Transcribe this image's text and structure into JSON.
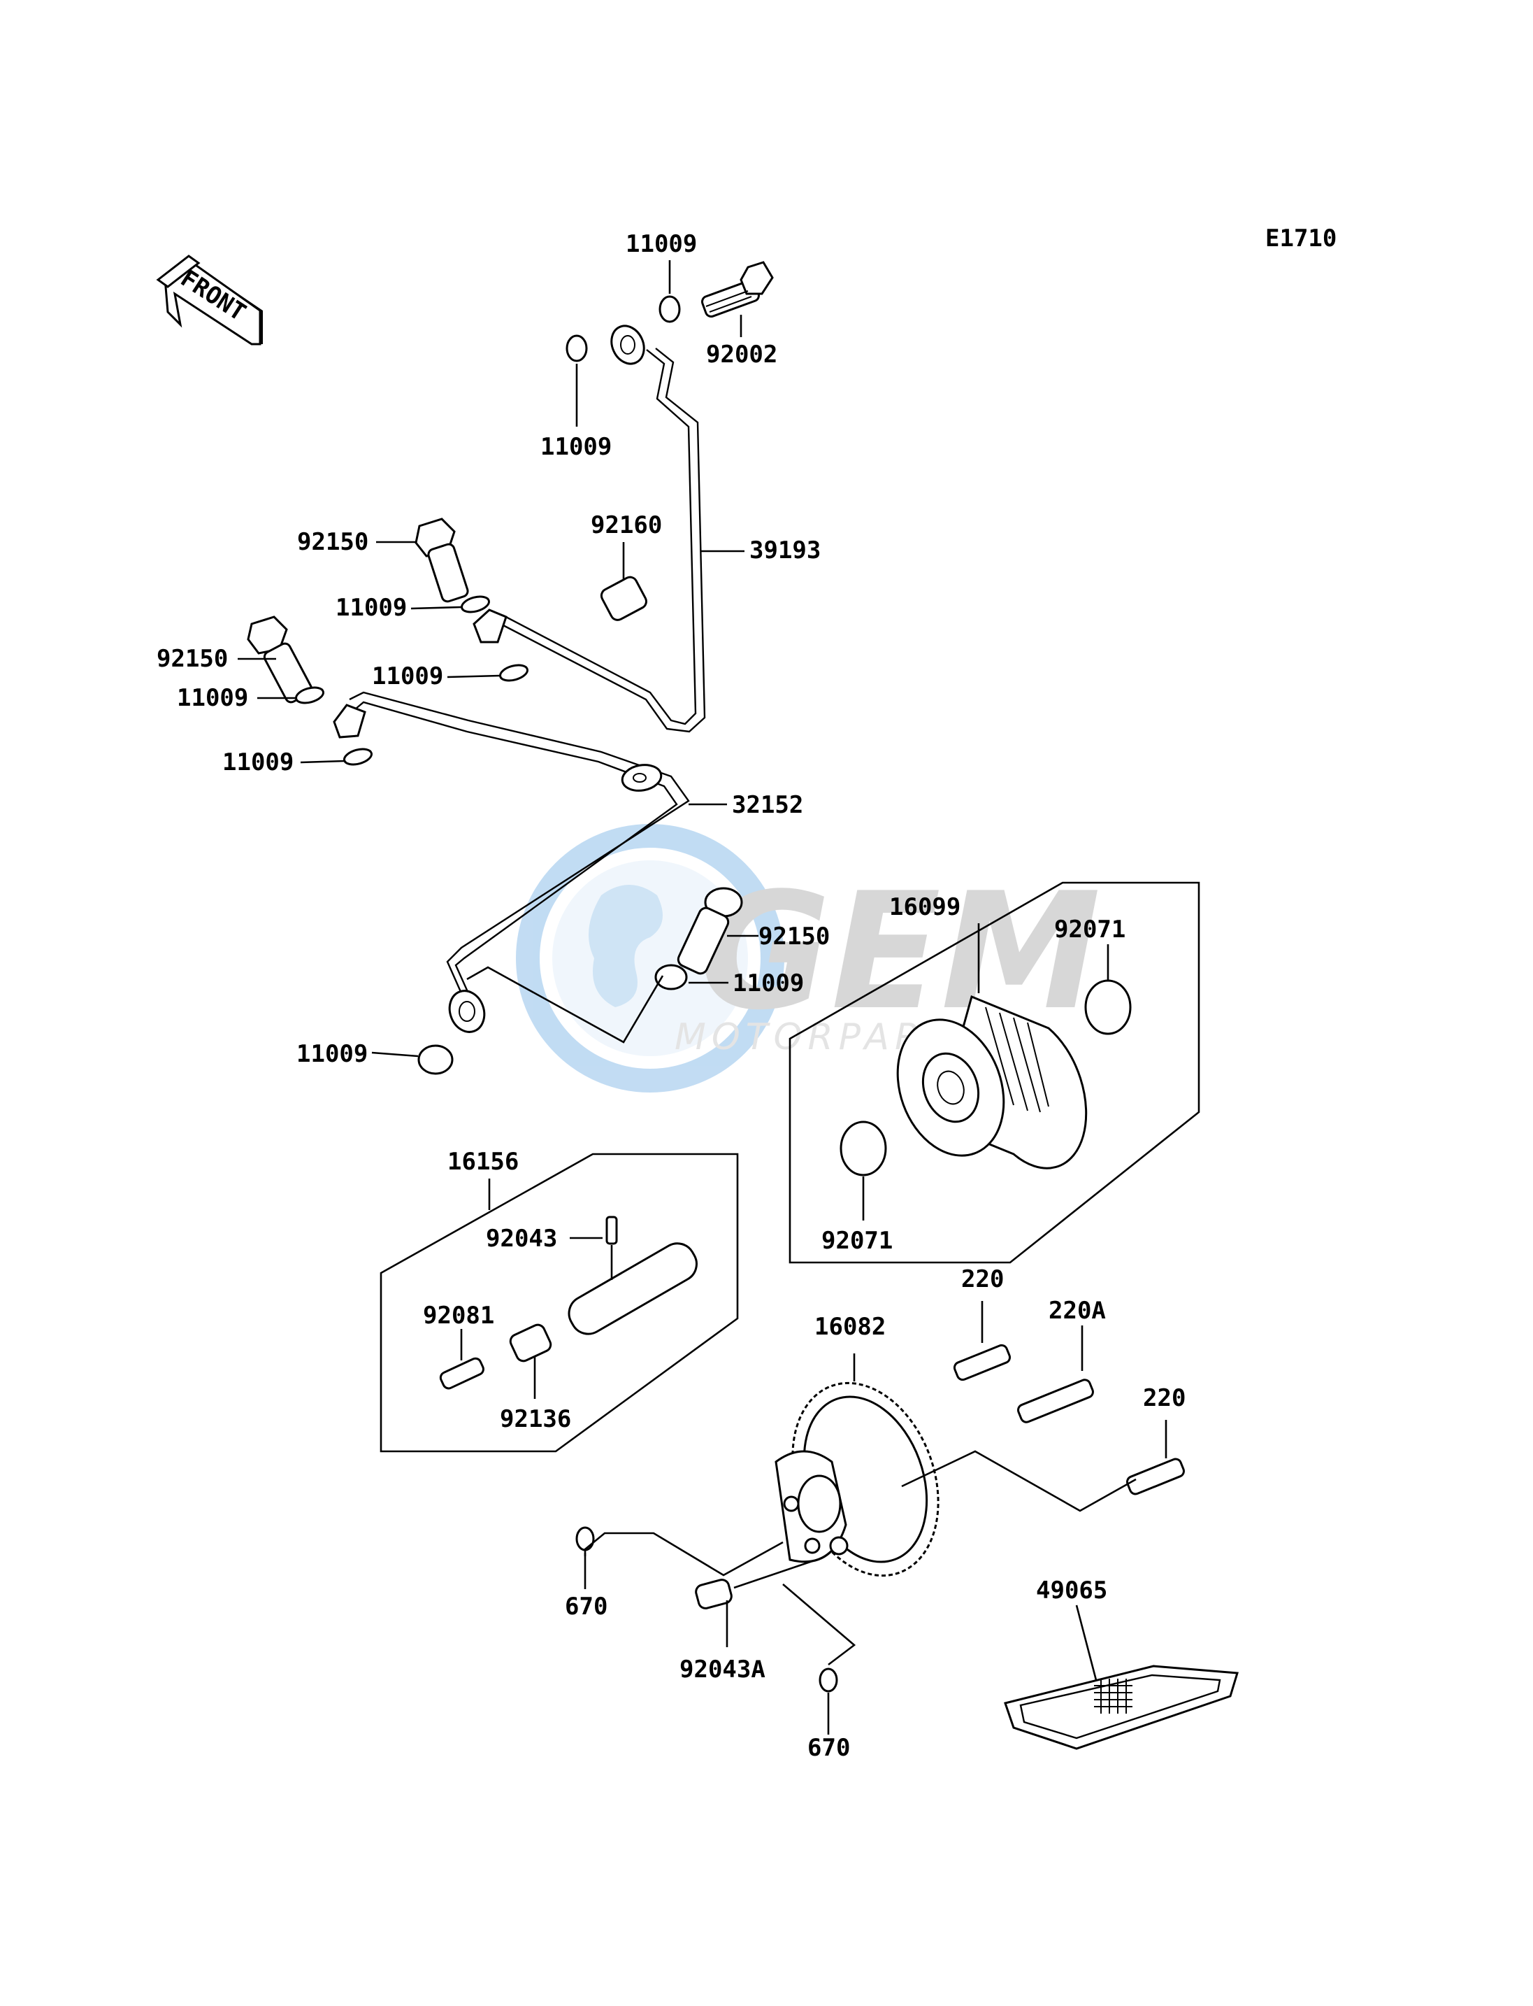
{
  "diagram_code": "E1710",
  "direction_badge": "FRONT",
  "watermark": {
    "line1": "GEM",
    "line2": "MOTORPARTS"
  },
  "colors": {
    "line": "#000000",
    "background": "#ffffff",
    "watermark_blue": "#3d8fd1",
    "watermark_gray": "#b8b8b8"
  },
  "labels": {
    "l_11009_top": "11009",
    "l_92002": "92002",
    "l_11009_b": "11009",
    "l_92160": "92160",
    "l_39193": "39193",
    "l_92150_a": "92150",
    "l_11009_c": "11009",
    "l_92150_b": "92150",
    "l_11009_d": "11009",
    "l_11009_e": "11009",
    "l_11009_f": "11009",
    "l_32152": "32152",
    "l_92150_c": "92150",
    "l_11009_g": "11009",
    "l_11009_h": "11009",
    "l_16099": "16099",
    "l_92071_a": "92071",
    "l_92071_b": "92071",
    "l_16156": "16156",
    "l_92043": "92043",
    "l_92081": "92081",
    "l_92136": "92136",
    "l_220_a": "220",
    "l_220A": "220A",
    "l_16082": "16082",
    "l_220_b": "220",
    "l_670_a": "670",
    "l_92043A": "92043A",
    "l_49065": "49065",
    "l_670_b": "670"
  }
}
